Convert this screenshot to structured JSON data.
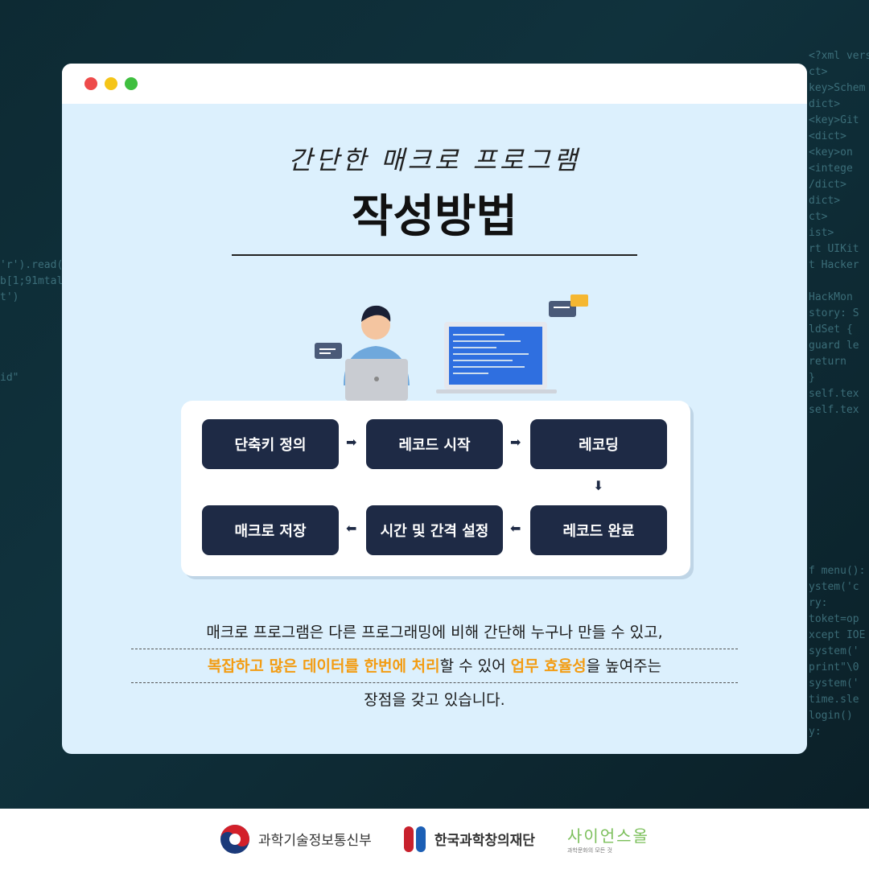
{
  "window": {
    "dots": [
      "#ee4b4b",
      "#f5c518",
      "#3fbf3f"
    ]
  },
  "header": {
    "subtitle": "간단한 매크로 프로그램",
    "title": "작성방법"
  },
  "flow": {
    "steps": [
      "단축키 정의",
      "레코드 시작",
      "레코딩",
      "레코드 완료",
      "시간 및 간격 설정",
      "매크로 저장"
    ],
    "color": "#1e2a45"
  },
  "description": {
    "line1": "매크로 프로그램은 다른 프로그래밍에 비해 간단해 누구나 만들 수 있고,",
    "line2": [
      {
        "text": "복잡하고 많은 데이터를 한번에 처리",
        "highlight": true
      },
      {
        "text": "할 수 있어 ",
        "highlight": false
      },
      {
        "text": "업무 효율성",
        "highlight": true
      },
      {
        "text": "을 높여주는",
        "highlight": false
      }
    ],
    "line3": "장점을 갖고 있습니다.",
    "highlight_color": "#f39c12"
  },
  "background_code": [
    "'r').read(",
    "b[1;91mtal",
    "t')",
    "id\"",
    "<?xml vers",
    "ct>",
    "key>Schem",
    "dict>",
    "<key>Git",
    "<dict>",
    "<key>on",
    "<intege",
    "/dict>",
    "dict>",
    "ct>",
    "ist>",
    "rt UIKit",
    "t Hacker",
    "HackMon",
    "story: S",
    "ldSet {",
    "guard le",
    "return",
    "}",
    "self.tex",
    "self.tex",
    "f menu():",
    "ystem('c",
    "ry:",
    "toket=op",
    "xcept IOE",
    "system('",
    "print\"\\0",
    "system('",
    "time.sle",
    "login()",
    "y:"
  ],
  "footer": {
    "logos": [
      "과학기술정보통신부",
      "한국과학창의재단",
      "사이언스올"
    ],
    "tagline": "과학문화의 모든 것"
  }
}
